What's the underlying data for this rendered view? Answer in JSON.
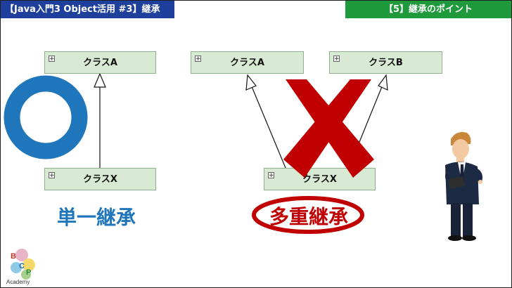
{
  "header": {
    "title": "【Java入門3 Object活用 #3】継承",
    "section": "【5】継承のポイント"
  },
  "single": {
    "parent": {
      "name": "クラスA",
      "toggle": "+"
    },
    "child": {
      "name": "クラスX",
      "toggle": "+"
    },
    "label": "単一継承",
    "mark_color": "#1f76bb",
    "label_color": "#1f76bb"
  },
  "multiple": {
    "parent_a": {
      "name": "クラスA",
      "toggle": "+"
    },
    "parent_b": {
      "name": "クラスB",
      "toggle": "+"
    },
    "child": {
      "name": "クラスX",
      "toggle": "+"
    },
    "label": "多重継承",
    "mark_color": "#c00000",
    "label_color": "#c00000"
  },
  "logo": {
    "letters": [
      "B",
      "C",
      "P"
    ],
    "text": "Academy"
  },
  "colors": {
    "title_bg": "#1f3f9c",
    "section_bg": "#1e9a3c",
    "class_fill": "#d9ead4",
    "class_border": "#8fb08a"
  }
}
